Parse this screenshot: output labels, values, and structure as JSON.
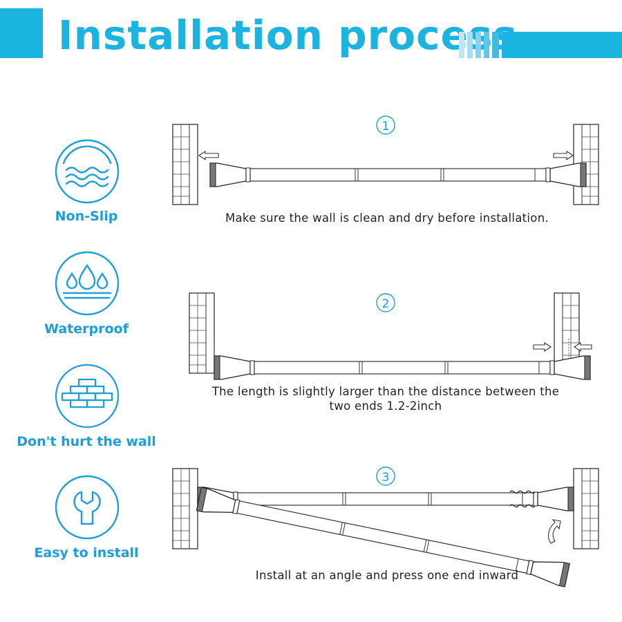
{
  "header": {
    "title": "Installation process",
    "accent_color": "#1BB4E0",
    "light_accent": "#BFE6F5",
    "label_color": "#1C9ED8"
  },
  "features": [
    {
      "label": "Non-Slip",
      "icon": "waves-icon"
    },
    {
      "label": "Waterproof",
      "icon": "water-drops-icon"
    },
    {
      "label": "Don't hurt the wall",
      "icon": "brick-wall-icon"
    },
    {
      "label": "Easy to install",
      "icon": "wrench-icon"
    }
  ],
  "steps": [
    {
      "number": "1",
      "caption": "Make sure the wall is clean and dry before installation."
    },
    {
      "number": "2",
      "caption_line1": "The length is slightly larger than the distance between the",
      "caption_line2": "two ends 1.2-2inch"
    },
    {
      "number": "3",
      "caption": "Install at an angle and press one end inward"
    }
  ]
}
